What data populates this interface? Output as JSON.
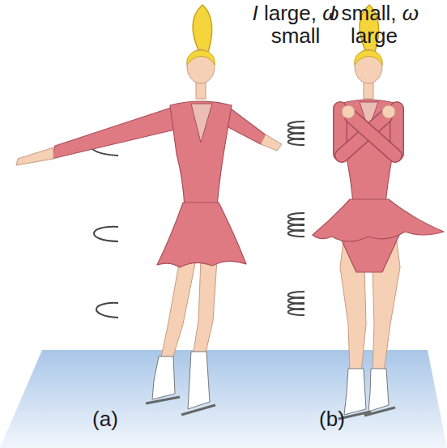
{
  "diagram": {
    "labels": [
      "I large, ω small",
      "I small, ω large",
      "(a)",
      "(b)"
    ]
  }
}
